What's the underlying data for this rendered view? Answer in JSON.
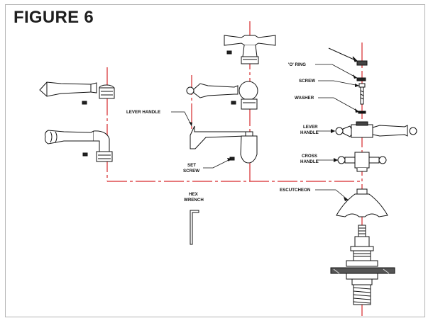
{
  "figure": {
    "title": "FIGURE 6"
  },
  "labels": {
    "o_ring": "'O' RING",
    "screw": "SCREW",
    "washer": "WASHER",
    "lever_handle_top": "LEVER",
    "lever_handle_bottom": "HANDLE",
    "cross_handle_top": "CROSS",
    "cross_handle_bottom": "HANDLE",
    "lever_handle_center": "LEVER HANDLE",
    "set_screw_top": "SET",
    "set_screw_bottom": "SCREW",
    "hex_wrench_top": "HEX",
    "hex_wrench_bottom": "WRENCH",
    "escutcheon": "ESCUTCHEON"
  },
  "colors": {
    "centerline": "#d6282b",
    "ink": "#111111",
    "border": "#b3b3b3"
  }
}
